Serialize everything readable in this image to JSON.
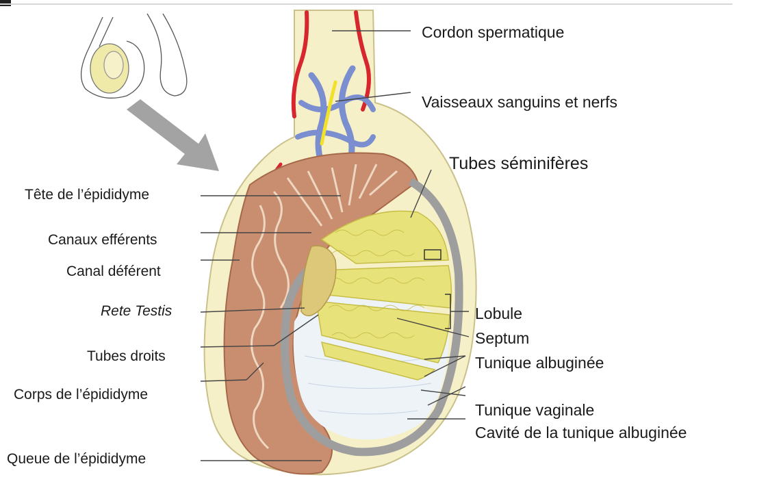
{
  "diagram": {
    "labels_left": {
      "tete_epididyme": "Tête de l’épididyme",
      "canaux_efferents": "Canaux efférents",
      "canal_deferent": "Canal déférent",
      "rete_testis": "Rete Testis",
      "tubes_droits": "Tubes droits",
      "corps_epididyme": "Corps de l’épididyme",
      "queue_epididyme": "Queue de l’épididyme"
    },
    "labels_right": {
      "cordon_spermatique": "Cordon spermatique",
      "vaisseaux": "Vaisseaux sanguins et nerfs",
      "tubes_seminiferes": "Tubes séminifères",
      "lobule": "Lobule",
      "septum": "Septum",
      "tunique_albuginee": "Tunique albuginée",
      "tunique_vaginale": "Tunique vaginale",
      "cavite": "Cavité de la tunique albuginée"
    },
    "colors": {
      "skin": "#f6f0c8",
      "epididymis": "#c98e70",
      "tubules": "#e8e27a",
      "albuginea": "#9e9e9e",
      "artery": "#d8262e",
      "vein": "#7b8fd0",
      "nerve": "#f2e12a",
      "leader_line": "#444444",
      "arrow": "#9a9a9a"
    }
  }
}
